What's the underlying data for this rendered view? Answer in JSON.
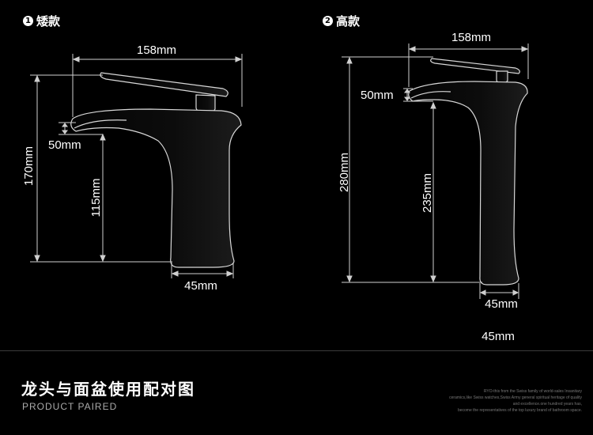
{
  "left": {
    "badge": "1",
    "title": "矮款",
    "dims": {
      "width": "158mm",
      "spout": "50mm",
      "height": "170mm",
      "inner_height": "115mm",
      "base": "45mm"
    }
  },
  "right": {
    "badge": "2",
    "title": "高款",
    "dims": {
      "width": "158mm",
      "spout": "50mm",
      "height": "280mm",
      "inner_height": "235mm",
      "base": "45mm",
      "base_dup": "45mm"
    }
  },
  "footer": {
    "title": "龙头与面盆使用配对图",
    "subtitle": "PRODUCT PAIRED",
    "fineprint": [
      "RYO-this from the Swiss family of world-sales Insanitary",
      "ceramics,like Swiss watches,Swiss Army general spiritual heritage of quality",
      "and excellence.one hundred years has,",
      "become the representatives of the top luxury brand of bathroom space."
    ]
  }
}
